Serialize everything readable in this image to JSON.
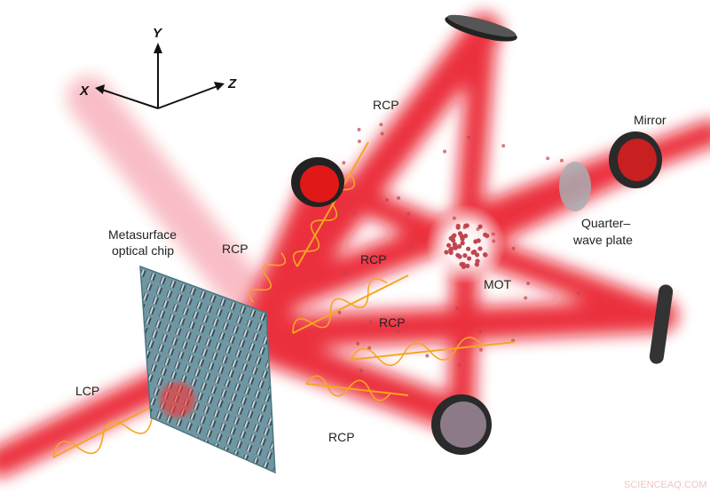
{
  "axes": {
    "y": "Y",
    "x": "X",
    "z": "Z"
  },
  "labels": {
    "rcp_top": "RCP",
    "mirror": "Mirror",
    "quarter_wave_line1": "Quarter–",
    "quarter_wave_line2": "wave plate",
    "chip_line1": "Metasurface",
    "chip_line2": "optical chip",
    "rcp_left": "RCP",
    "rcp_mid": "RCP",
    "mot": "MOT",
    "rcp_lower": "RCP",
    "lcp": "LCP",
    "rcp_bottom": "RCP"
  },
  "watermark": "SCIENCEAQ.COM",
  "colors": {
    "beam": "#e8101a",
    "glow": "#ff6b6b",
    "wave": "#f5a623",
    "chip": "#5a8a96",
    "atom": "#c0454f"
  }
}
